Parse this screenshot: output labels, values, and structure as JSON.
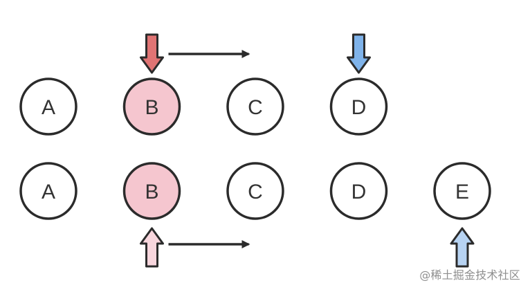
{
  "rows": [
    {
      "nodes": [
        {
          "label": "A",
          "highlighted": false
        },
        {
          "label": "B",
          "highlighted": true
        },
        {
          "label": "C",
          "highlighted": false
        },
        {
          "label": "D",
          "highlighted": false
        }
      ]
    },
    {
      "nodes": [
        {
          "label": "A",
          "highlighted": false
        },
        {
          "label": "B",
          "highlighted": true
        },
        {
          "label": "C",
          "highlighted": false
        },
        {
          "label": "D",
          "highlighted": false
        },
        {
          "label": "E",
          "highlighted": false
        }
      ]
    }
  ],
  "pointers": [
    {
      "row": 0,
      "node": 1,
      "direction": "down",
      "color": "red",
      "move_right": true
    },
    {
      "row": 0,
      "node": 3,
      "direction": "down",
      "color": "blue",
      "move_right": false
    },
    {
      "row": 1,
      "node": 1,
      "direction": "up",
      "color": "pink",
      "move_right": true
    },
    {
      "row": 1,
      "node": 4,
      "direction": "up",
      "color": "light-blue",
      "move_right": false
    }
  ],
  "colors": {
    "node_stroke": "#2b2b2b",
    "node_fill": "#ffffff",
    "highlight_fill": "#f5c6cf",
    "red_arrow": "#e07474",
    "blue_arrow": "#7fb3ea",
    "pink_arrow": "#f8d6dd",
    "light_blue_arrow": "#b7d3f2",
    "move_arrow": "#2b2b2b"
  },
  "watermark": "@稀土掘金技术社区"
}
